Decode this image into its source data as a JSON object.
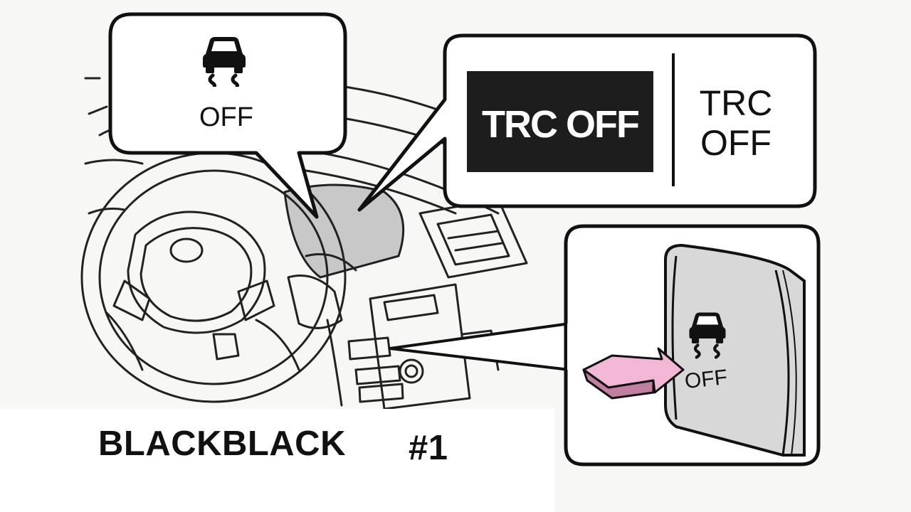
{
  "callouts": {
    "indicator_icon_label": "OFF",
    "display_text": "TRC OFF",
    "alt_text_line1": "TRC",
    "alt_text_line2": "OFF",
    "switch_label": "OFF"
  },
  "caption": {
    "brand": "BLACKBLACK",
    "number": "#1"
  },
  "colors": {
    "arrow_fill": "#f3b7d6",
    "display_bg": "#1d1d1d",
    "switch_face": "#c9c9c9",
    "cluster_fill": "#c8c8c8",
    "line": "#111111"
  },
  "icons": {
    "indicator": "skid-car-icon",
    "switch": "skid-car-icon",
    "pointer": "press-arrow-icon"
  }
}
